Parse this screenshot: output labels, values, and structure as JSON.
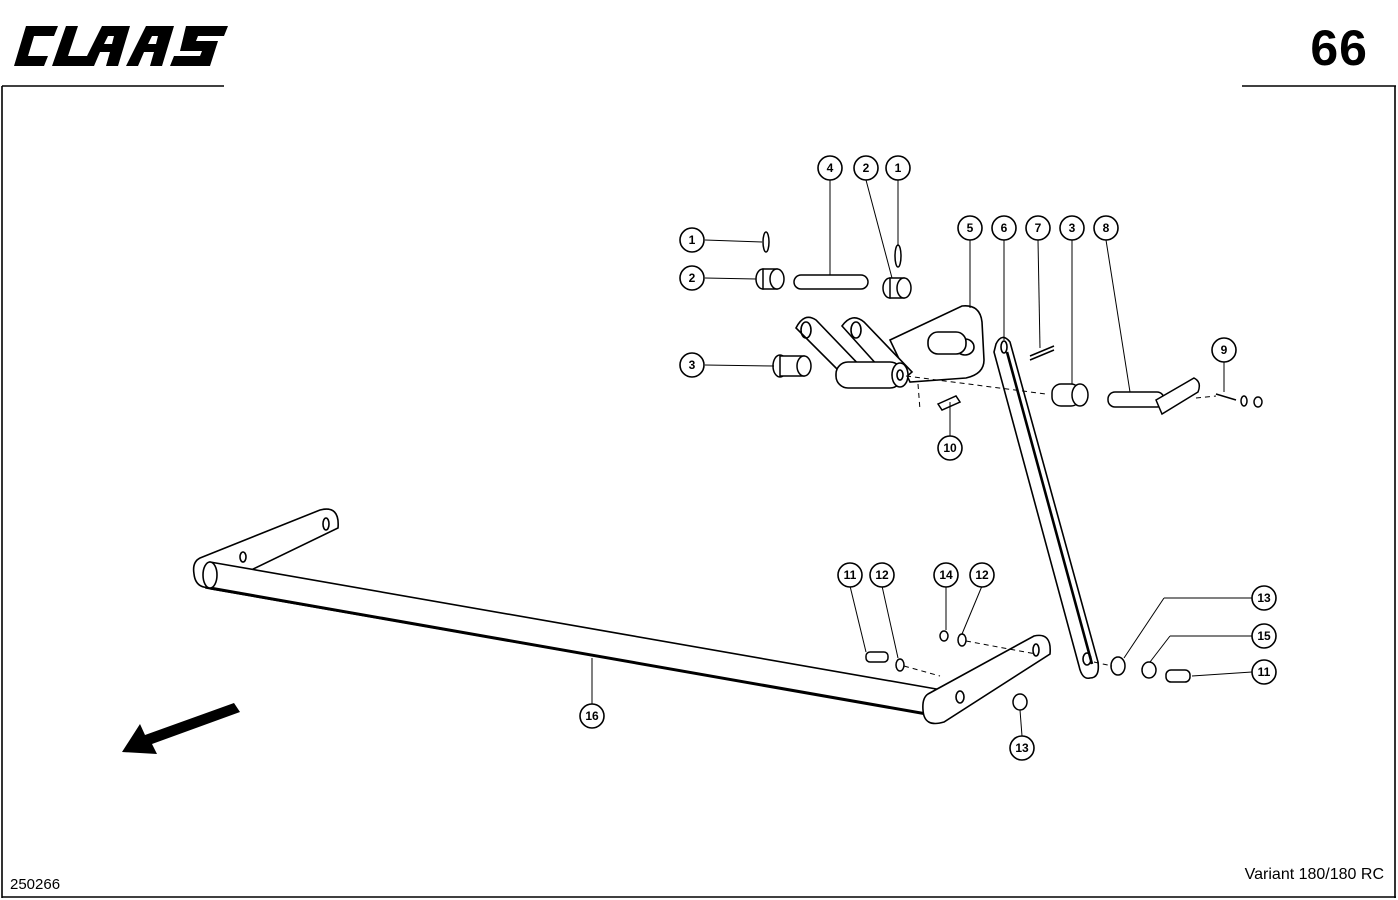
{
  "header": {
    "brand": "CLAAS",
    "page_number": "66"
  },
  "footer": {
    "document_id": "250266",
    "variant": "Variant 180/180 RC"
  },
  "callouts": [
    "1",
    "2",
    "3",
    "4",
    "2",
    "1",
    "5",
    "6",
    "7",
    "3",
    "8",
    "9",
    "10",
    "11",
    "12",
    "14",
    "12",
    "13",
    "15",
    "11",
    "16",
    "13"
  ],
  "colors": {
    "ink": "#000000",
    "paper": "#ffffff"
  },
  "icons": [
    "claas-logo",
    "direction-arrow-icon"
  ]
}
